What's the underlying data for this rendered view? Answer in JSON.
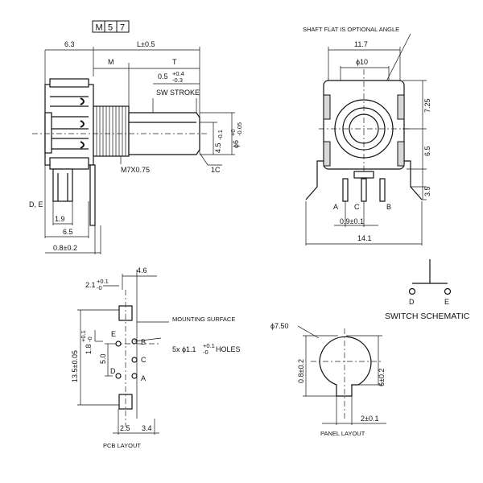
{
  "model_code": [
    "M",
    "5",
    "7"
  ],
  "side_view": {
    "dim_left": "6.3",
    "dim_length": "L±0.5",
    "label_m": "M",
    "label_t": "T",
    "stroke_value": "0.5",
    "stroke_tol_plus": "+0.4",
    "stroke_tol_minus": "-0.3",
    "stroke_label": "SW STROKE",
    "flat_value": "4.5",
    "flat_tol": "-0.1",
    "shaft_dia": "ϕ6",
    "shaft_tol_plus": "+0",
    "shaft_tol_minus": "-0.05",
    "chamfer": "1C",
    "thread": "M7X0.75",
    "pin_label": "D, E",
    "dim_19": "1.9",
    "dim_65": "6.5",
    "dim_08": "0.8±0.2"
  },
  "front_view": {
    "note": "SHAFT FLAT IS OPTIONAL ANGLE",
    "width_top": "11.7",
    "dia_10": "ϕ10",
    "dim_725": "7.25",
    "dim_65": "6.5",
    "dim_35": "3.5",
    "pin_a": "A",
    "pin_c": "C",
    "pin_b": "B",
    "pitch": "0.9±0.1",
    "width_bottom": "14.1"
  },
  "pcb_layout": {
    "dim_46": "4.6",
    "dim_21": "2.1",
    "dim_21_tol": "+0.1",
    "dim_21_tol2": "-0",
    "mounting": "MOUNTING SURFACE",
    "dim_18": "1.8",
    "dim_18_tol": "+0.1",
    "dim_18_tol2": "-0",
    "dim_50": "5.0",
    "dim_135": "13.5±0.05",
    "holes": "5x ϕ1.1",
    "holes_tol": "+0.1",
    "holes_tol2": "-0",
    "holes_suffix": "HOLES",
    "pad_e": "E",
    "pad_b": "B",
    "pad_c": "C",
    "pad_d": "D",
    "pad_a": "A",
    "dim_25": "2.5",
    "dim_34": "3.4",
    "title": "PCB LAYOUT"
  },
  "switch_schematic": {
    "terminal_d": "D",
    "terminal_e": "E",
    "title": "SWITCH SCHEMATIC"
  },
  "panel_layout": {
    "dia": "ϕ7.50",
    "dim_08": "0.8±0.2",
    "dim_6": "6±0.2",
    "dim_2": "2±0.1",
    "title": "PANEL LAYOUT"
  }
}
